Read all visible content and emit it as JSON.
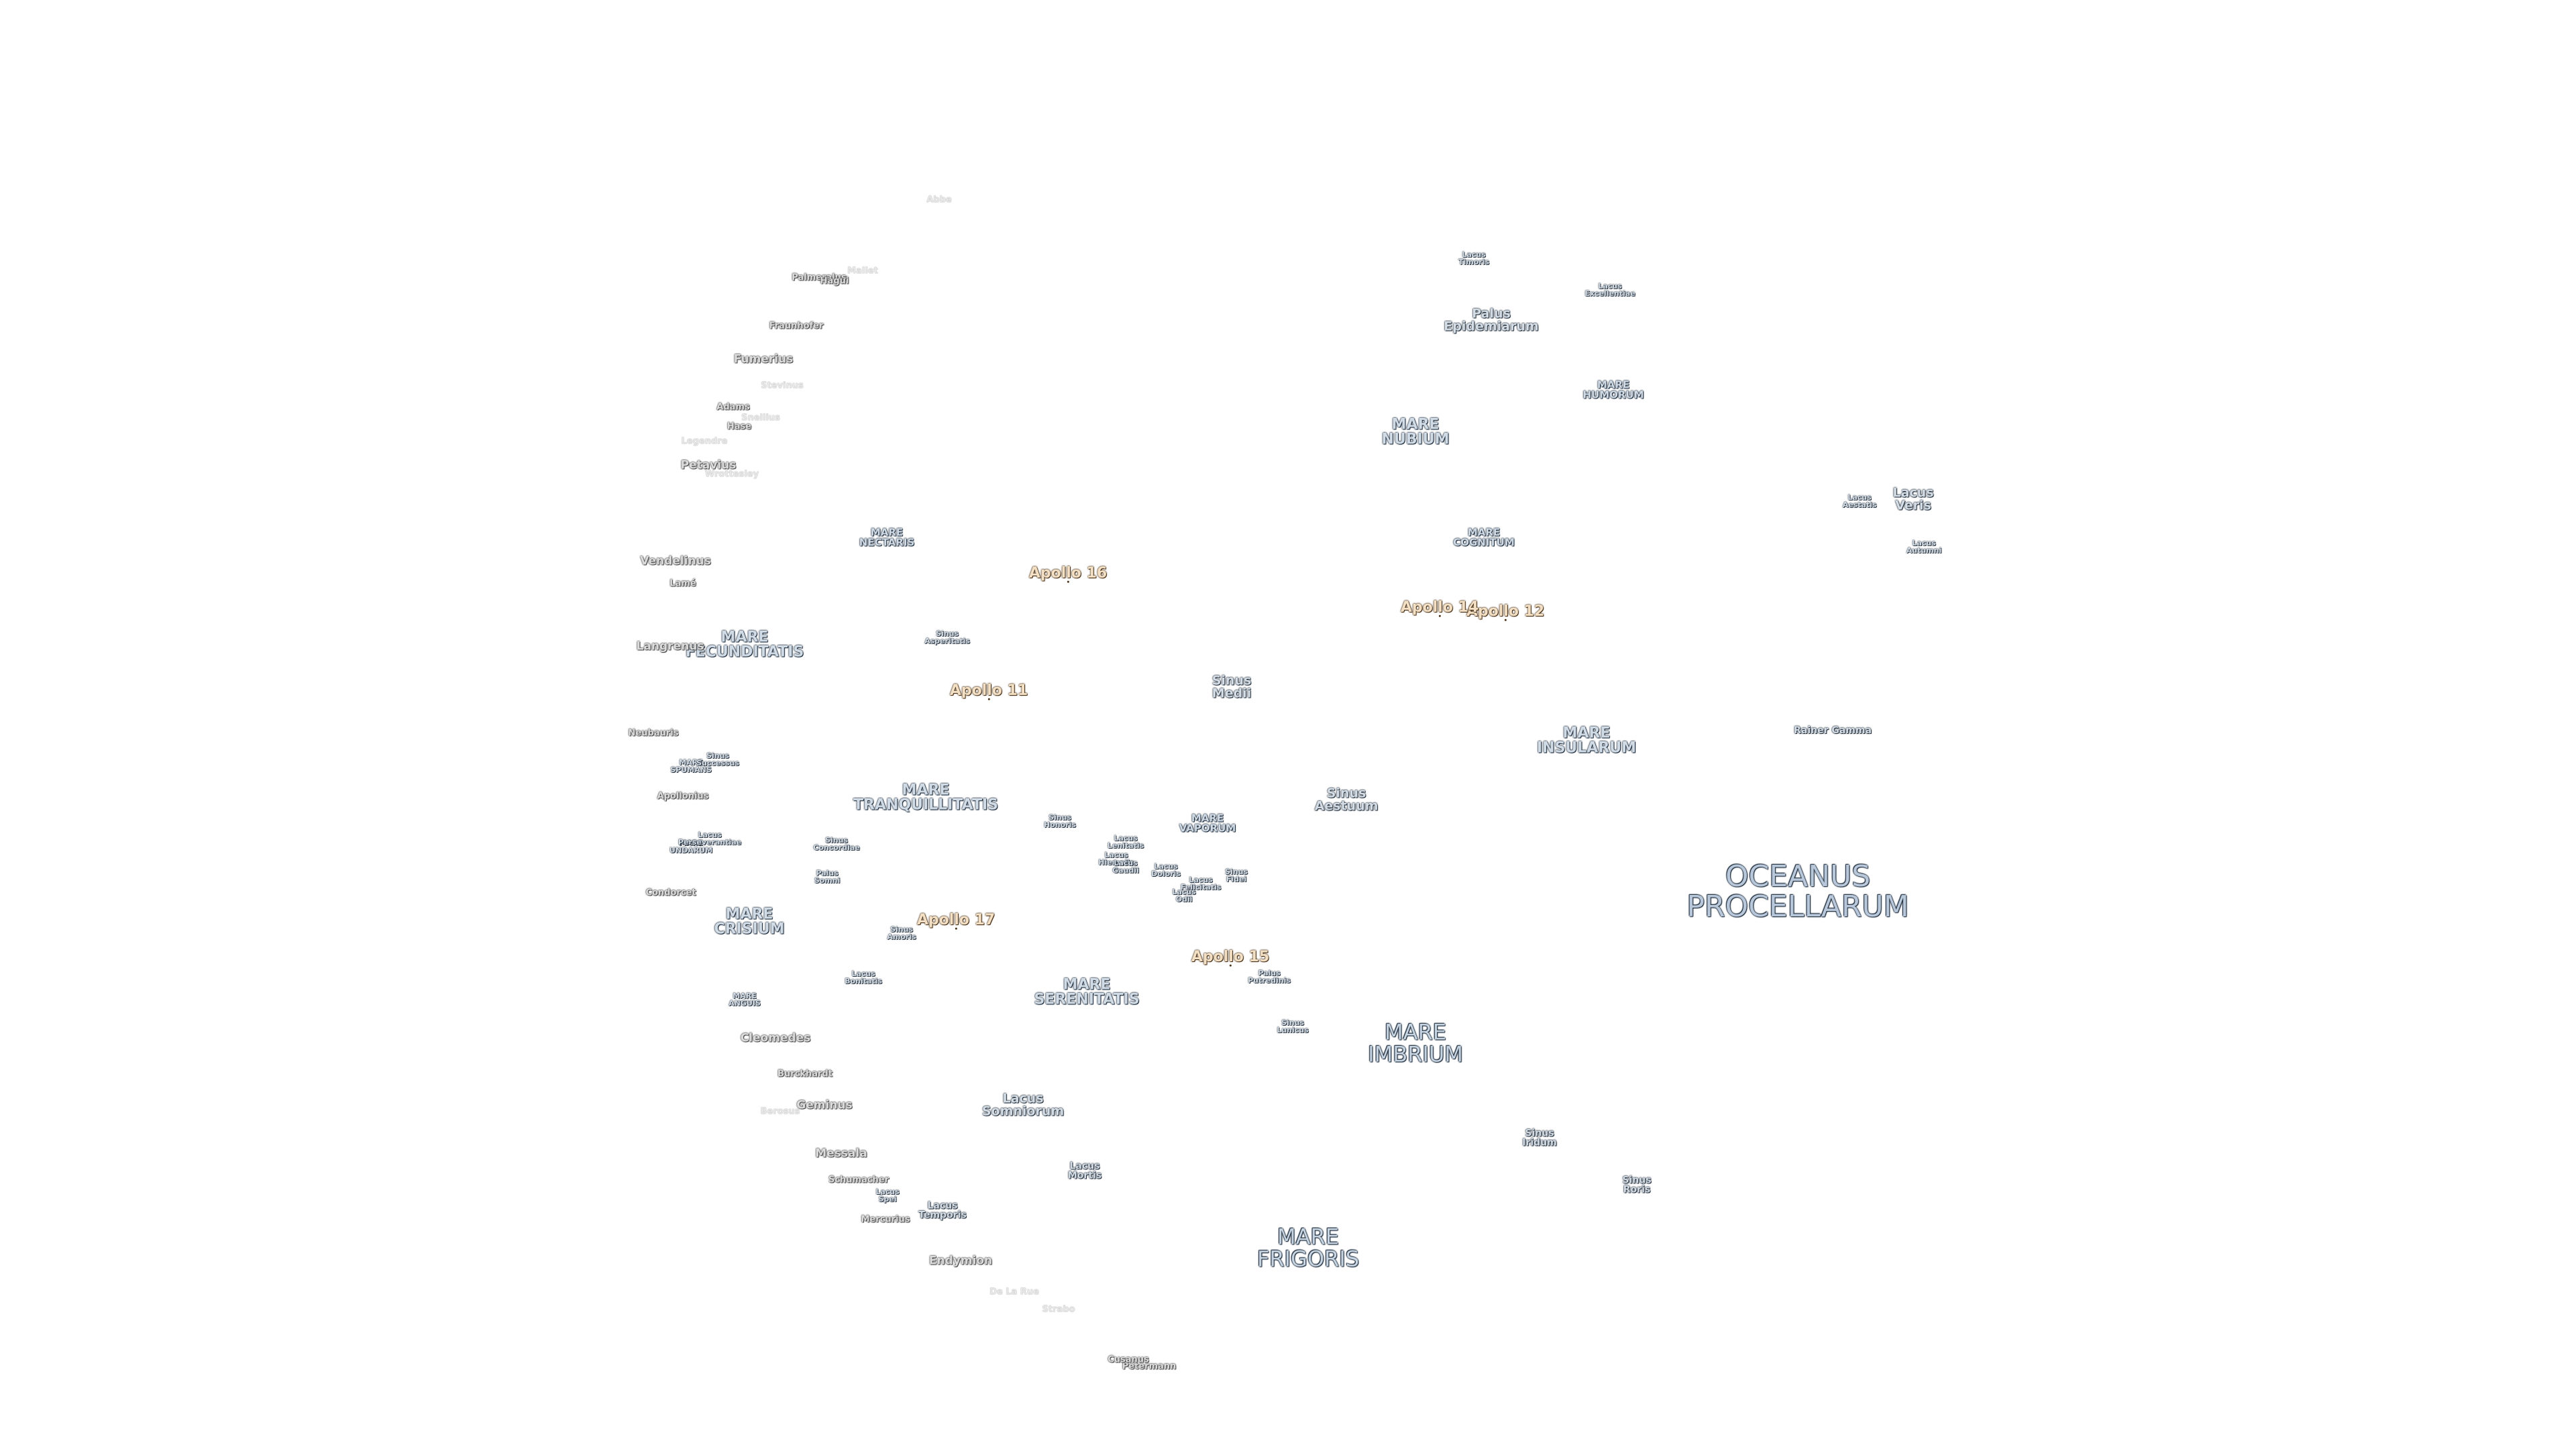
{
  "map": {
    "labels": [
      {
        "lines": [
          "OCEANUS",
          "PROCELLARUM"
        ],
        "cls": "ocean"
      },
      {
        "lines": [
          "MARE",
          "FRIGORIS"
        ],
        "cls": "mare-big"
      },
      {
        "lines": [
          "MARE",
          "IMBRIUM"
        ],
        "cls": "mare-big"
      },
      {
        "lines": [
          "MARE",
          "SERENITATIS"
        ],
        "cls": "mare"
      },
      {
        "lines": [
          "MARE",
          "TRANQUILLITATIS"
        ],
        "cls": "mare"
      },
      {
        "lines": [
          "MARE",
          "FECUNDITATIS"
        ],
        "cls": "mare"
      },
      {
        "lines": [
          "MARE",
          "CRISIUM"
        ],
        "cls": "mare"
      },
      {
        "lines": [
          "MARE",
          "NUBIUM"
        ],
        "cls": "mare"
      },
      {
        "lines": [
          "MARE",
          "INSULARUM"
        ],
        "cls": "mare"
      },
      {
        "lines": [
          "MARE",
          "HUMORUM"
        ],
        "cls": "mare-s"
      },
      {
        "lines": [
          "MARE",
          "NECTARIS"
        ],
        "cls": "mare-s"
      },
      {
        "lines": [
          "MARE",
          "COGNITUM"
        ],
        "cls": "mare-s"
      },
      {
        "lines": [
          "MARE",
          "VAPORUM"
        ],
        "cls": "mare-s"
      },
      {
        "lines": [
          "MARE",
          "ANGUIS"
        ],
        "cls": "feat-xs"
      },
      {
        "lines": [
          "MARE",
          "UNDARUM"
        ],
        "cls": "feat-xs"
      },
      {
        "lines": [
          "MARE",
          "SPUMANS"
        ],
        "cls": "feat-xs"
      },
      {
        "lines": [
          "Lacus",
          "Somniorum"
        ],
        "cls": "feat"
      },
      {
        "lines": [
          "Sinus",
          "Aestuum"
        ],
        "cls": "feat"
      },
      {
        "lines": [
          "Palus",
          "Epidemiarum"
        ],
        "cls": "feat"
      },
      {
        "lines": [
          "Lacus",
          "Veris"
        ],
        "cls": "feat"
      },
      {
        "lines": [
          "Sinus",
          "Medii"
        ],
        "cls": "feat"
      },
      {
        "lines": [
          "Sinus",
          "Iridum"
        ],
        "cls": "feat-s"
      },
      {
        "lines": [
          "Sinus",
          "Roris"
        ],
        "cls": "feat-s"
      },
      {
        "lines": [
          "Lacus",
          "Mortis"
        ],
        "cls": "feat-s"
      },
      {
        "lines": [
          "Lacus",
          "Temporis"
        ],
        "cls": "feat-s"
      },
      {
        "lines": [
          "Lacus",
          "Timoris"
        ],
        "cls": "feat-xs"
      },
      {
        "lines": [
          "Lacus",
          "Excellentiae"
        ],
        "cls": "feat-xs"
      },
      {
        "lines": [
          "Lacus",
          "Autumni"
        ],
        "cls": "feat-xs"
      },
      {
        "lines": [
          "Lacus",
          "Aestatis"
        ],
        "cls": "feat-xs"
      },
      {
        "lines": [
          "Rainer Gamma"
        ],
        "cls": "feat-s"
      },
      {
        "lines": [
          "Sinus",
          "Asperitatis"
        ],
        "cls": "feat-xs"
      },
      {
        "lines": [
          "Sinus",
          "Concordiae"
        ],
        "cls": "feat-xs"
      },
      {
        "lines": [
          "Palus",
          "Somni"
        ],
        "cls": "feat-xs"
      },
      {
        "lines": [
          "Sinus",
          "Amoris"
        ],
        "cls": "feat-xs"
      },
      {
        "lines": [
          "Lacus",
          "Bonitatis"
        ],
        "cls": "feat-xs"
      },
      {
        "lines": [
          "Sinus",
          "Lunicus"
        ],
        "cls": "feat-xs"
      },
      {
        "lines": [
          "Palus",
          "Putredinis"
        ],
        "cls": "feat-xs"
      },
      {
        "lines": [
          "Sinus",
          "Honoris"
        ],
        "cls": "feat-xs"
      },
      {
        "lines": [
          "Lacus",
          "Lenitatis"
        ],
        "cls": "feat-xs"
      },
      {
        "lines": [
          "Lacus",
          "Hiemalis"
        ],
        "cls": "feat-xs"
      },
      {
        "lines": [
          "Lacus",
          "Gaudii"
        ],
        "cls": "feat-xs"
      },
      {
        "lines": [
          "Lacus",
          "Doloris"
        ],
        "cls": "feat-xs"
      },
      {
        "lines": [
          "Lacus",
          "Felicitatis"
        ],
        "cls": "feat-xs"
      },
      {
        "lines": [
          "Lacus",
          "Odii"
        ],
        "cls": "feat-xs"
      },
      {
        "lines": [
          "Sinus",
          "Fidei"
        ],
        "cls": "feat-xs"
      },
      {
        "lines": [
          "Sinus",
          "Successus"
        ],
        "cls": "feat-xs"
      },
      {
        "lines": [
          "Lacus",
          "Perseverantiae"
        ],
        "cls": "feat-xs"
      },
      {
        "lines": [
          "Lacus",
          "Spei"
        ],
        "cls": "feat-xs"
      },
      {
        "lines": [
          "Apollo 11"
        ],
        "cls": "apollo"
      },
      {
        "lines": [
          "Apollo 12"
        ],
        "cls": "apollo"
      },
      {
        "lines": [
          "Apollo 14"
        ],
        "cls": "apollo"
      },
      {
        "lines": [
          "Apollo 15"
        ],
        "cls": "apollo"
      },
      {
        "lines": [
          "Apollo 16"
        ],
        "cls": "apollo"
      },
      {
        "lines": [
          "Apollo 17"
        ],
        "cls": "apollo"
      },
      {
        "lines": [
          "Petavius"
        ],
        "cls": "crater"
      },
      {
        "lines": [
          "Vendelinus"
        ],
        "cls": "crater"
      },
      {
        "lines": [
          "Langrenus"
        ],
        "cls": "crater"
      },
      {
        "lines": [
          "Fumerius"
        ],
        "cls": "crater"
      },
      {
        "lines": [
          "Geminus"
        ],
        "cls": "crater"
      },
      {
        "lines": [
          "Messala"
        ],
        "cls": "crater"
      },
      {
        "lines": [
          "Endymion"
        ],
        "cls": "crater"
      },
      {
        "lines": [
          "Cleomedes"
        ],
        "cls": "crater"
      },
      {
        "lines": [
          "Lamé"
        ],
        "cls": "crater-s"
      },
      {
        "lines": [
          "Apollonius"
        ],
        "cls": "crater-s"
      },
      {
        "lines": [
          "Neubauris"
        ],
        "cls": "crater-s"
      },
      {
        "lines": [
          "Condorcet"
        ],
        "cls": "crater-s"
      },
      {
        "lines": [
          "Burckhardt"
        ],
        "cls": "crater-s"
      },
      {
        "lines": [
          "Schumacher"
        ],
        "cls": "crater-s"
      },
      {
        "lines": [
          "Mercurius"
        ],
        "cls": "crater-s"
      },
      {
        "lines": [
          "Petermann"
        ],
        "cls": "crater-s"
      },
      {
        "lines": [
          "Cusanus"
        ],
        "cls": "crater-s"
      },
      {
        "lines": [
          "Adams"
        ],
        "cls": "crater-s"
      },
      {
        "lines": [
          "Hase"
        ],
        "cls": "crater-s"
      },
      {
        "lines": [
          "Palmeralus"
        ],
        "cls": "crater-s"
      },
      {
        "lines": [
          "Hagui"
        ],
        "cls": "crater-s"
      },
      {
        "lines": [
          "Fraunhofer"
        ],
        "cls": "crater-s"
      },
      {
        "lines": [
          "De La Rue"
        ],
        "cls": "crater-f"
      },
      {
        "lines": [
          "Strabo"
        ],
        "cls": "crater-f"
      },
      {
        "lines": [
          "Wrottesley"
        ],
        "cls": "crater-f"
      },
      {
        "lines": [
          "Snellius"
        ],
        "cls": "crater-f"
      },
      {
        "lines": [
          "Stevinus"
        ],
        "cls": "crater-f"
      },
      {
        "lines": [
          "Mallet"
        ],
        "cls": "crater-f"
      },
      {
        "lines": [
          "Legendre"
        ],
        "cls": "crater-f"
      },
      {
        "lines": [
          "Berosus"
        ],
        "cls": "crater-f"
      },
      {
        "lines": [
          "Abbe"
        ],
        "cls": "crater-f"
      }
    ]
  }
}
